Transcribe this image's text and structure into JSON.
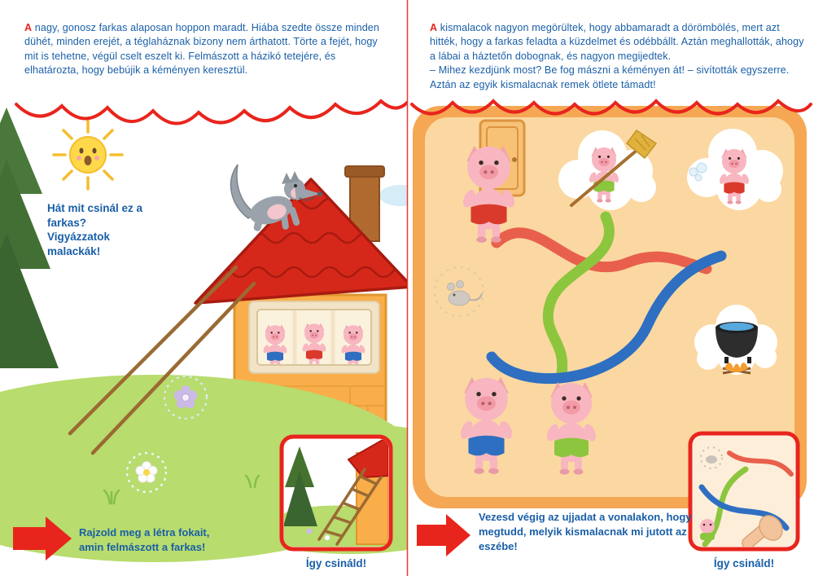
{
  "left_page": {
    "intro": {
      "initial": "A",
      "text": " nagy, gonosz farkas alaposan hoppon maradt. Hiába szedte össze minden dühét, minden erejét, a téglaháznak bizony nem árthatott. Törte a fejét, hogy mit is tehetne, végül cselt eszelt ki. Felmászott a házikó tetejére, és elhatározta, hogy bebújik a kéményen keresztül."
    },
    "speech": "Hát mit csinál ez a farkas? Vigyázzatok malackák!",
    "instruction": "Rajzold meg a létra fokait, amin felmászott a farkas!",
    "example_caption": "Így csináld!"
  },
  "right_page": {
    "intro": {
      "initial": "A",
      "text": " kismalacok nagyon megörültek, hogy abbamaradt a dörömbölés, mert azt hitték, hogy a farkas feladta a küzdelmet és odébbállt. Aztán meghallották, ahogy a lábai a háztetőn dobognak, és nagyon megijedtek.\n– Mihez kezdjünk most? Be fog mászni a kéményen át! – sivították egyszerre. Aztán az egyik kismalacnak remek ötlete támadt!"
    },
    "instruction": "Vezesd végig az ujjadat a vonalakon, hogy megtudd, melyik kismalacnak mi jutott az eszébe!",
    "example_caption": "Így csináld!"
  },
  "colors": {
    "text_blue": "#1a5fa8",
    "accent_red": "#e8251c",
    "page_orange": "#f5a753",
    "room_peach": "#fbd8a1",
    "hill_green": "#b8dc6d",
    "trace_green": "#8cc63e",
    "trace_blue": "#2f6fc1",
    "trace_red": "#e8604c"
  },
  "illustrations": {
    "left": [
      "sun-icon",
      "pine-tree",
      "wolf-on-roof",
      "brick-house",
      "pigs-in-window",
      "ladder-rails",
      "flower-circles",
      "hill",
      "example-ladder-box"
    ],
    "right": [
      "jumping-pig",
      "thought-bubble-pig-with-broom",
      "thought-bubble-blowing-pig",
      "mouse-circle",
      "cauldron-cloud",
      "tangled-trace-lines",
      "pig-blue-shorts",
      "pig-green-shorts",
      "example-tracing-box"
    ]
  }
}
